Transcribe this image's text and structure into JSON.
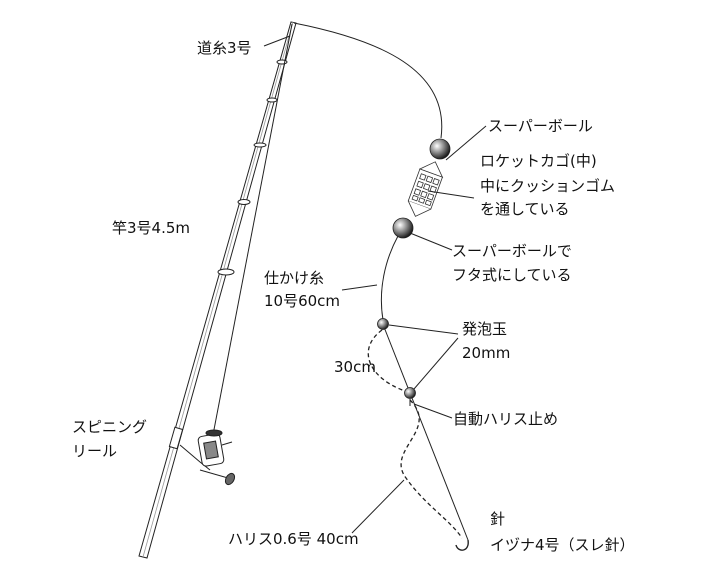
{
  "labels": {
    "main_line": "道糸3号",
    "rod": "竿3号4.5m",
    "reel_1": "スピニング",
    "reel_2": "リール",
    "rig_line_1": "仕かけ糸",
    "rig_line_2": "10号60cm",
    "gap": "30cm",
    "super_ball": "スーパーボール",
    "basket_1": "ロケットカゴ(中)",
    "basket_2": "中にクッションゴム",
    "basket_3": "を通している",
    "lid_ball_1": "スーパーボールで",
    "lid_ball_2": "フタ式にしている",
    "float_1": "発泡玉",
    "float_2": "20mm",
    "stopper": "自動ハリス止め",
    "leader": "ハリス0.6号 40cm",
    "hook_1": "針",
    "hook_2": "イヅナ4号（スレ針）"
  }
}
